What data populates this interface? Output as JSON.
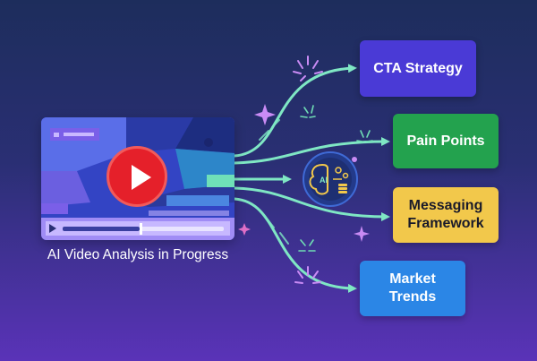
{
  "video": {
    "caption": "AI Video Analysis in Progress"
  },
  "outputs": {
    "cta": "CTA Strategy",
    "pain_points": "Pain Points",
    "messaging": "Messaging\nFramework",
    "market_trends": "Market\nTrends"
  },
  "colors": {
    "background_top": "#1d2d5c",
    "background_bottom": "#5a33b8",
    "flow_lines": "#7fe7c4",
    "cta_box": "#4a3ad6",
    "pain_box": "#23a24e",
    "messaging_box": "#f2c84b",
    "market_box": "#2b86e6",
    "play_button": "#e5202a"
  },
  "icons": [
    "play-icon",
    "ai-brain-icon",
    "sparkle-icon",
    "arrow-icon"
  ],
  "progress": {
    "playback_fraction": 0.48
  }
}
